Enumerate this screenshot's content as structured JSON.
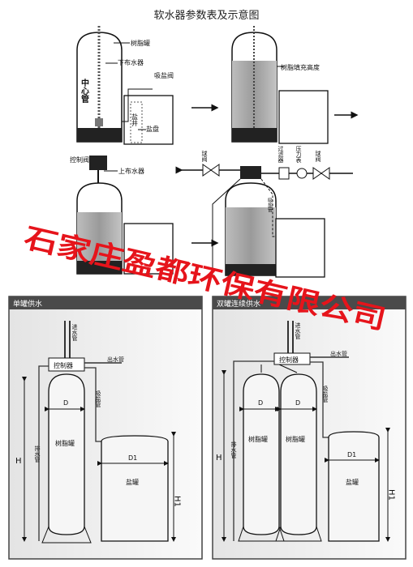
{
  "title": "软水器参数表及示意图",
  "top_diagram": {
    "step1": {
      "tank": "树脂罐",
      "distributor": "下布水器",
      "center_pipe": "中心管",
      "brine_valve": "吸盐阀",
      "salt_well": "盐井",
      "salt_tray": "盐盘"
    },
    "step2": {
      "fill_height": "树脂填充高度"
    },
    "step3": {
      "valve": "控制阀",
      "upper_distributor": "上布水器"
    },
    "step4": {
      "ball_valve_1": "球阀",
      "filter": "过滤器",
      "pressure_gauge": "压力表",
      "ball_valve_2": "球阀",
      "pipe": "吸盐管"
    }
  },
  "watermark": "石家庄盈都环保有限公司",
  "panel_single": {
    "title": "单罐供水",
    "inlet": "进水管",
    "controller": "控制器",
    "outlet": "出水管",
    "drain": "排水管",
    "brine": "吸盐管",
    "D": "D",
    "tank": "树脂罐",
    "D1": "D1",
    "salt_tank": "盐罐",
    "H": "H",
    "H1": "H1"
  },
  "panel_double": {
    "title": "双罐连续供水",
    "inlet": "进水管",
    "controller": "控制器",
    "outlet": "出水管",
    "drain": "排水管",
    "brine": "吸盐管",
    "D_left": "D",
    "D_right": "D",
    "tank_left": "树脂罐",
    "tank_right": "树脂罐",
    "D1": "D1",
    "salt_tank": "盐罐",
    "H": "H",
    "H1": "H1"
  }
}
